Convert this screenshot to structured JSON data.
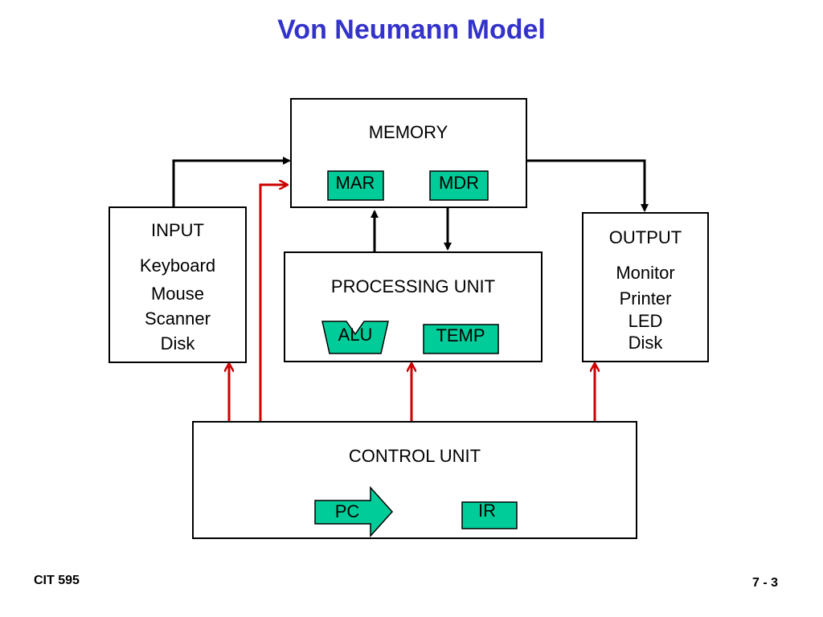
{
  "title": "Von Neumann Model",
  "memory": {
    "label": "MEMORY",
    "mar": "MAR",
    "mdr": "MDR"
  },
  "input": {
    "label": "INPUT",
    "devices": [
      "Keyboard",
      "Mouse",
      "Scanner",
      "Disk"
    ]
  },
  "output": {
    "label": "OUTPUT",
    "devices": [
      "Monitor",
      "Printer",
      "LED",
      "Disk"
    ]
  },
  "processing": {
    "label": "PROCESSING UNIT",
    "alu": "ALU",
    "temp": "TEMP"
  },
  "control": {
    "label": "CONTROL UNIT",
    "pc": "PC",
    "ir": "IR"
  },
  "colors": {
    "title": "#3333cc",
    "register": "#00cc99",
    "control_arrow": "#cc0000",
    "data_arrow": "#000000"
  },
  "footer": {
    "left": "CIT 595",
    "right": "7 - 3"
  }
}
